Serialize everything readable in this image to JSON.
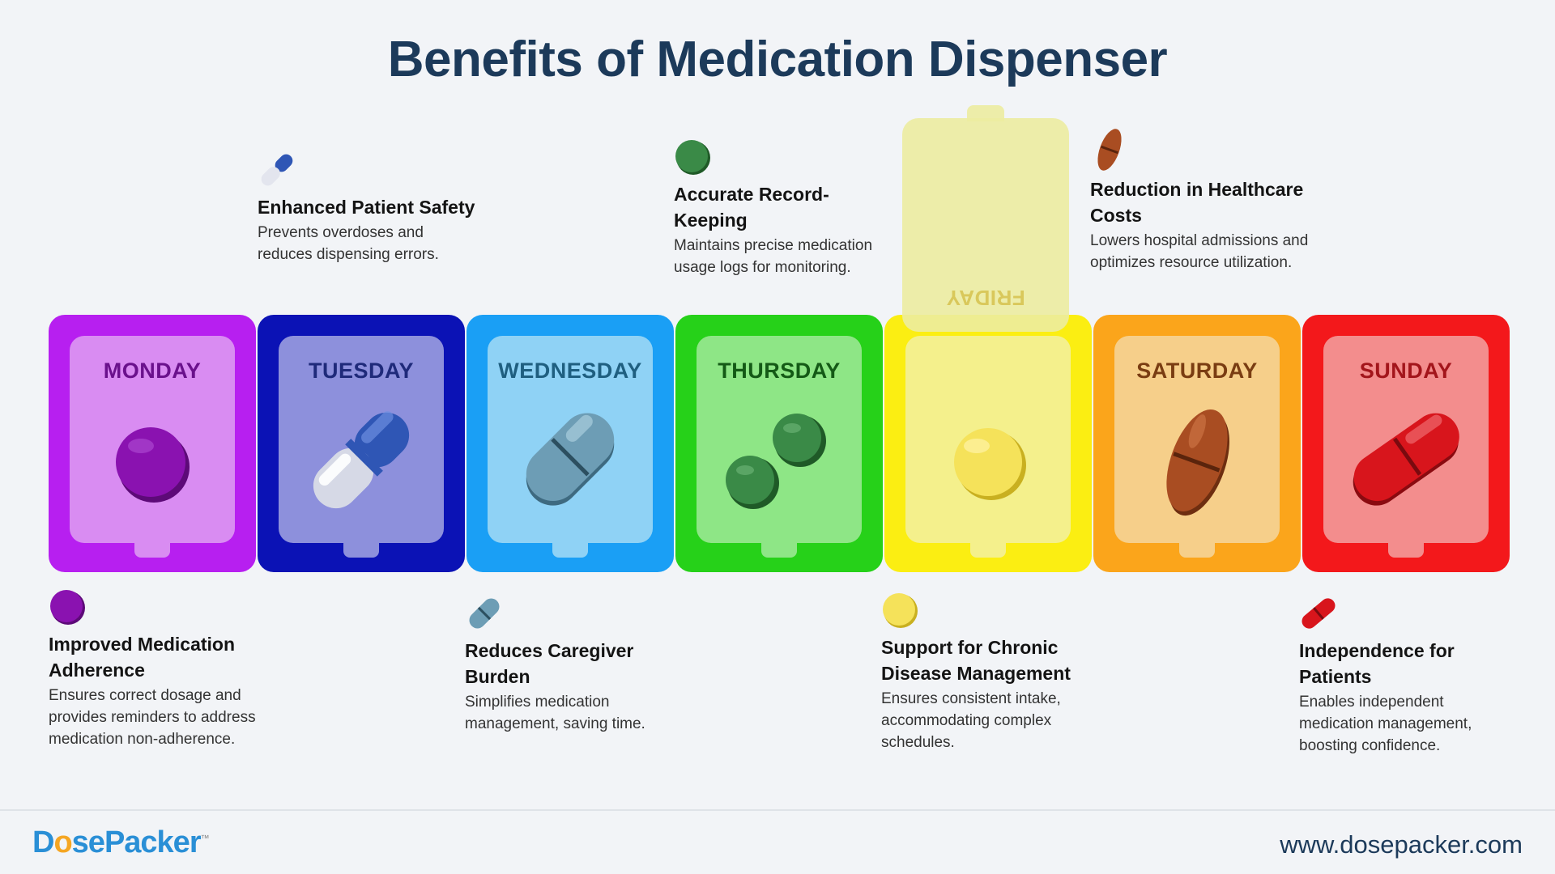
{
  "title": "Benefits of Medication Dispenser",
  "days": [
    {
      "label": "MONDAY",
      "frame": "#b71ff0",
      "inner": "#d98cf2",
      "text": "#6a118c",
      "pill": "round-purple"
    },
    {
      "label": "TUESDAY",
      "frame": "#0b12b5",
      "inner": "#8d90dc",
      "text": "#1f2a7a",
      "pill": "capsule-blue-white"
    },
    {
      "label": "WEDNESDAY",
      "frame": "#1a9ff5",
      "inner": "#8fd2f5",
      "text": "#1f5f80",
      "pill": "tablet-slate"
    },
    {
      "label": "THURSDAY",
      "frame": "#26d119",
      "inner": "#8ee686",
      "text": "#145a16",
      "pill": "two-green-rounds"
    },
    {
      "label": "FRIDAY",
      "frame": "#fbee12",
      "inner": "#f4f08c",
      "text": "#9c8f20",
      "pill": "round-yellow"
    },
    {
      "label": "SATURDAY",
      "frame": "#fba51b",
      "inner": "#f6cf8a",
      "text": "#7a3d12",
      "pill": "oval-brown"
    },
    {
      "label": "SUNDAY",
      "frame": "#f3181b",
      "inner": "#f38d8d",
      "text": "#a3151b",
      "pill": "capsule-red"
    }
  ],
  "lid_label": "FRIDAY",
  "benefits": [
    {
      "title": "Improved Medication Adherence",
      "desc": "Ensures correct dosage and provides reminders to address medication non-adherence.",
      "icon": "round-purple"
    },
    {
      "title": "Enhanced Patient Safety",
      "desc": "Prevents overdoses and reduces dispensing errors.",
      "icon": "capsule-blue-white"
    },
    {
      "title": "Reduces Caregiver Burden",
      "desc": "Simplifies medication management, saving time.",
      "icon": "tablet-slate"
    },
    {
      "title": "Accurate Record-Keeping",
      "desc": "Maintains precise medication usage logs for monitoring.",
      "icon": "round-green"
    },
    {
      "title": "Support for Chronic Disease Management",
      "desc": "Ensures consistent intake, accommodating complex schedules.",
      "icon": "round-yellow"
    },
    {
      "title": "Reduction in Healthcare Costs",
      "desc": "Lowers hospital admissions and optimizes resource utilization.",
      "icon": "oval-brown"
    },
    {
      "title": "Independence for Patients",
      "desc": "Enables independent medication management, boosting confidence.",
      "icon": "capsule-red"
    }
  ],
  "footer": {
    "logo": {
      "part1": "D",
      "part2": "o",
      "part3": "sePacker",
      "tm": "™"
    },
    "url": "www.dosepacker.com"
  }
}
